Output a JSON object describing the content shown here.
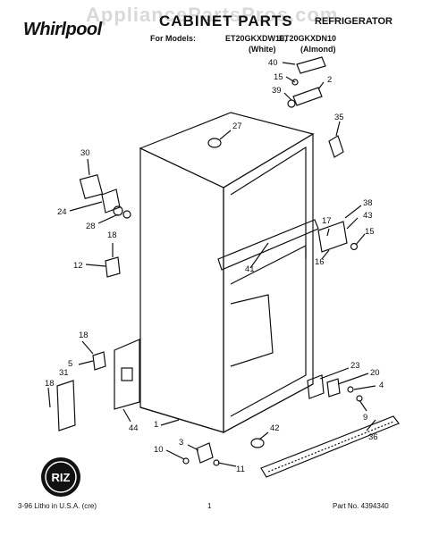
{
  "header": {
    "watermark": "AppliancePartsPros.com",
    "brand": "Whirlpool",
    "title": "CABINET PARTS",
    "appliance": "REFRIGERATOR",
    "models_label": "For Models:",
    "model_a": "ET20GKXDW10,",
    "model_b": "ET20GKXDN10",
    "color_a": "(White)",
    "color_b": "(Almond)"
  },
  "callouts": [
    "40",
    "15",
    "2",
    "39",
    "35",
    "27",
    "30",
    "24",
    "28",
    "18",
    "12",
    "17",
    "38",
    "43",
    "15",
    "16",
    "41",
    "18",
    "5",
    "31",
    "18",
    "44",
    "23",
    "20",
    "4",
    "9",
    "1",
    "42",
    "36",
    "3",
    "10",
    "11"
  ],
  "badge": "RIZ",
  "footer": {
    "left": "3-96 Litho in U.S.A. (cre)",
    "page": "1",
    "part_no": "Part No. 4394340"
  },
  "colors": {
    "ink": "#111111",
    "paper": "#ffffff"
  }
}
